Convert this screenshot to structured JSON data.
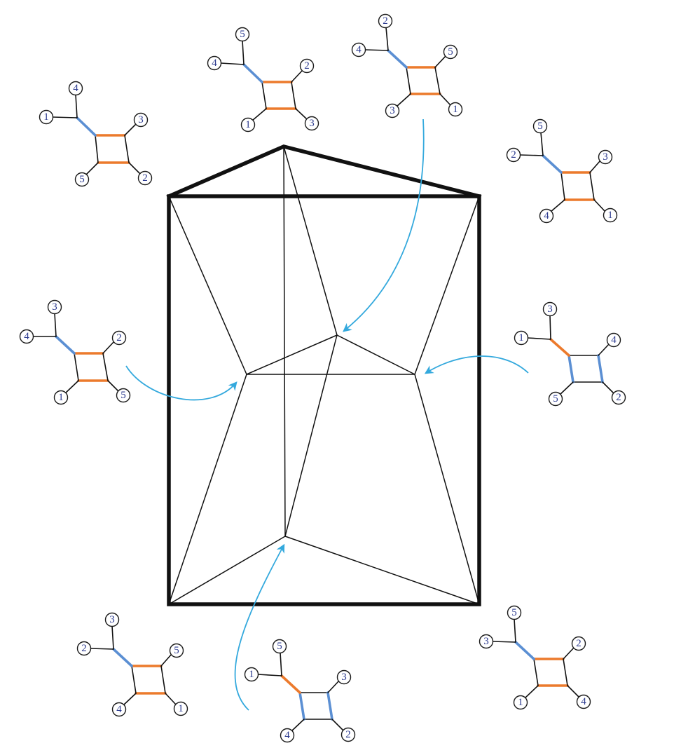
{
  "colors": {
    "line": "#111111",
    "orange": "#ec7a2c",
    "blue": "#5b8fd3",
    "arrow": "#34a9dd",
    "label_text": "#2b3a8f"
  },
  "trees": [
    {
      "id": "tree-top-left",
      "labels": [
        "4",
        "1",
        "3",
        "5",
        "2"
      ],
      "squareOrange": true
    },
    {
      "id": "tree-top-center",
      "labels": [
        "5",
        "4",
        "2",
        "1",
        "3"
      ],
      "squareOrange": true
    },
    {
      "id": "tree-top-right",
      "labels": [
        "2",
        "4",
        "5",
        "3",
        "1"
      ],
      "squareOrange": true
    },
    {
      "id": "tree-right-upper",
      "labels": [
        "5",
        "2",
        "3",
        "4",
        "1"
      ],
      "squareOrange": true
    },
    {
      "id": "tree-left-middle",
      "labels": [
        "3",
        "4",
        "2",
        "1",
        "5"
      ],
      "squareOrange": true
    },
    {
      "id": "tree-right-middle",
      "labels": [
        "3",
        "1",
        "4",
        "5",
        "2"
      ],
      "squareOrange": false
    },
    {
      "id": "tree-bottom-left",
      "labels": [
        "3",
        "2",
        "5",
        "4",
        "1"
      ],
      "squareOrange": true
    },
    {
      "id": "tree-bottom-center",
      "labels": [
        "5",
        "1",
        "3",
        "4",
        "2"
      ],
      "squareOrange": false
    },
    {
      "id": "tree-bottom-right",
      "labels": [
        "5",
        "3",
        "2",
        "1",
        "4"
      ],
      "squareOrange": true
    }
  ]
}
